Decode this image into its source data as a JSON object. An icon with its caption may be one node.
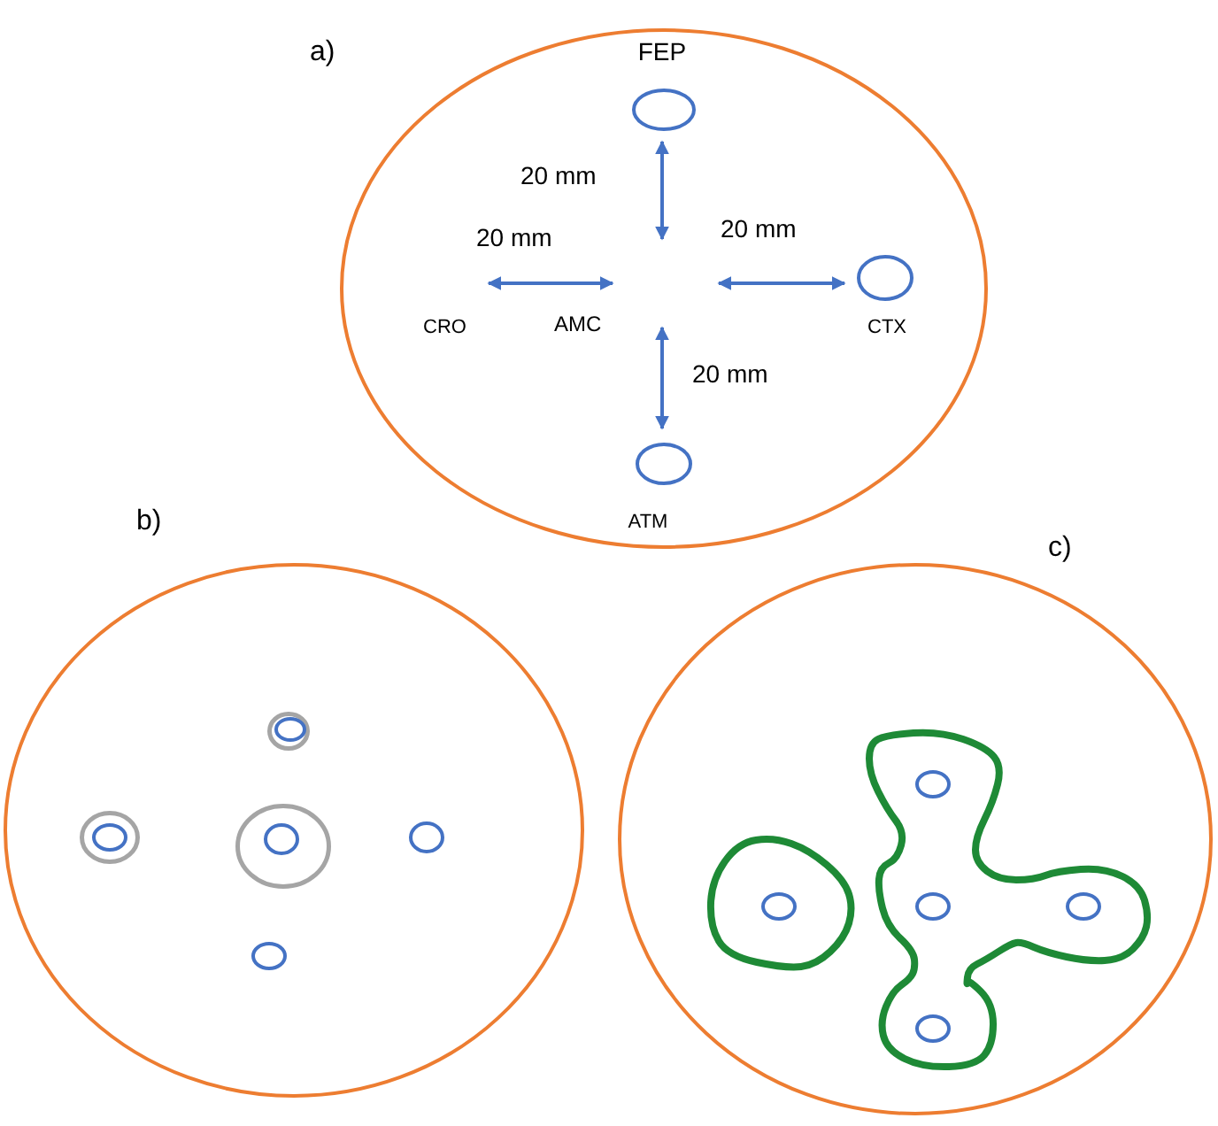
{
  "diagram": {
    "nodes": [
      {
        "text": [
          "a)"
        ]
      },
      {
        "text": [],
        "shape": "circle",
        "in": 0,
        "beside": [
          "FEP"
        ]
      },
      {
        "text": [],
        "shape": "circle",
        "in": 0,
        "beside": [
          "CTX"
        ]
      },
      {
        "text": [],
        "shape": "circle",
        "in": 0,
        "beside": [
          "ATM"
        ]
      },
      {
        "text": [
          "b)"
        ]
      },
      {
        "text": [],
        "shape": "circle",
        "in": 4
      },
      {
        "text": [],
        "shape": "circle",
        "in": 5
      },
      {
        "text": [],
        "shape": "circle",
        "in": 4
      },
      {
        "text": [],
        "shape": "circle",
        "in": 7
      },
      {
        "text": [],
        "shape": "circle",
        "in": 4
      },
      {
        "text": [],
        "shape": "circle",
        "in": 9
      },
      {
        "text": [],
        "shape": "circle",
        "in": 4
      },
      {
        "text": [],
        "shape": "circle",
        "in": 4
      },
      {
        "text": [
          "c)"
        ]
      },
      {
        "text": [],
        "shape": "cloud",
        "in": 13
      },
      {
        "text": [],
        "shape": "circle",
        "in": 14
      },
      {
        "text": [],
        "shape": "cloud",
        "in": 13
      },
      {
        "text": [],
        "shape": "circle",
        "in": 16
      },
      {
        "text": [],
        "shape": "circle",
        "in": 14
      },
      {
        "text": [],
        "shape": "circle",
        "in": 14
      },
      {
        "text": [],
        "shape": "circle",
        "in": 14
      }
    ],
    "edges": [],
    "labels": [
      "20 mm",
      "20 mm",
      "20 mm",
      "CRO",
      "AMC",
      "20 mm"
    ]
  }
}
